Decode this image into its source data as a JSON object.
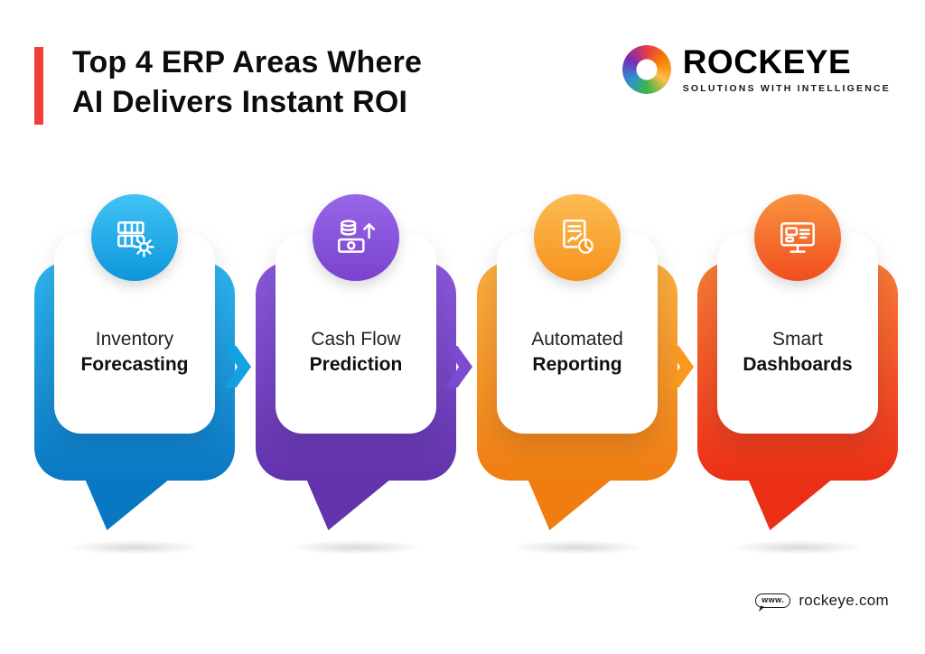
{
  "page": {
    "background": "#ffffff"
  },
  "header": {
    "accent_color": "#EE4036",
    "title_line1": "Top 4 ERP Areas Where",
    "title_line2": "AI Delivers Instant ROI"
  },
  "logo": {
    "name": "ROCKEYE",
    "tagline": "SOLUTIONS WITH INTELLIGENCE"
  },
  "cards": [
    {
      "line1": "Inventory",
      "line2": "Forecasting",
      "icon": "inventory-forecasting-icon",
      "color_top": "#2FB5EF",
      "color_bottom": "#0A77C2"
    },
    {
      "line1": "Cash Flow",
      "line2": "Prediction",
      "icon": "cash-flow-prediction-icon",
      "color_top": "#8A59DD",
      "color_bottom": "#6233AB"
    },
    {
      "line1": "Automated",
      "line2": "Reporting",
      "icon": "automated-reporting-icon",
      "color_top": "#FBAE40",
      "color_bottom": "#EF7D12"
    },
    {
      "line1": "Smart",
      "line2": "Dashboards",
      "icon": "smart-dashboards-icon",
      "color_top": "#F87B36",
      "color_bottom": "#EB2F17"
    }
  ],
  "footer": {
    "icon_label": "www.",
    "website": "rockeye.com"
  }
}
